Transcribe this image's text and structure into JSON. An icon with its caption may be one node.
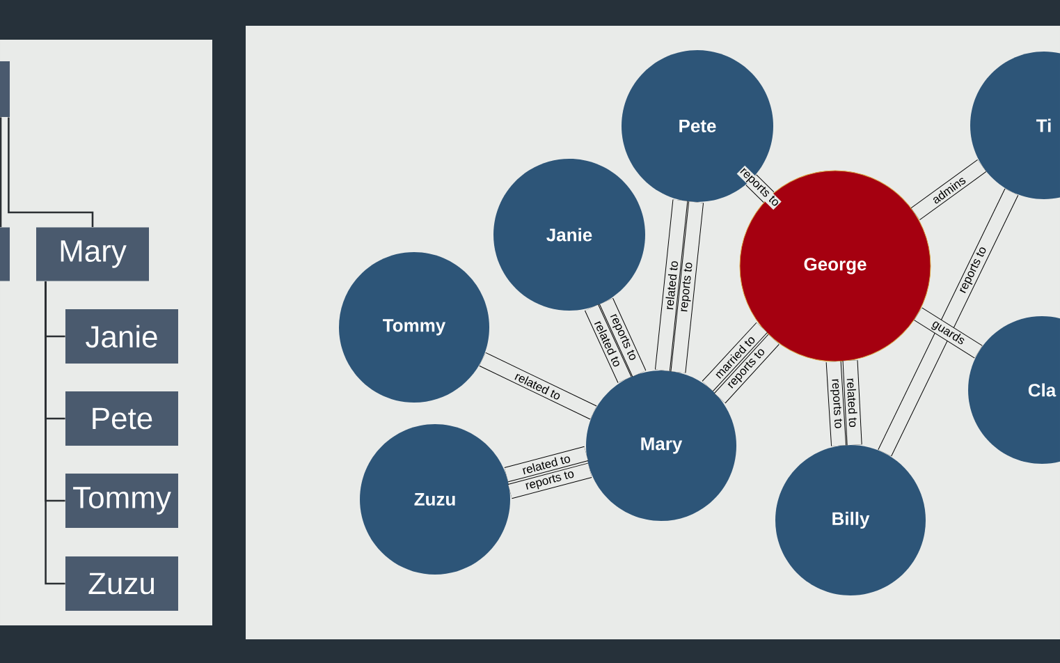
{
  "diagram": {
    "nodes": [
      {
        "text": [],
        "shape": "box"
      },
      {
        "text": [],
        "shape": "box"
      },
      {
        "text": [
          "Mary"
        ]
      },
      {
        "text": [
          "Janie"
        ]
      },
      {
        "text": [
          "Pete"
        ]
      },
      {
        "text": [
          "Tommy"
        ]
      },
      {
        "text": [
          "Zuzu"
        ]
      },
      {
        "text": [
          "Pete"
        ]
      },
      {
        "text": [
          "Ti"
        ]
      },
      {
        "text": [
          "Janie"
        ]
      },
      {
        "text": [
          "George"
        ]
      },
      {
        "text": [
          "Tommy"
        ]
      },
      {
        "text": [
          "Cla"
        ]
      },
      {
        "text": [
          "Mary"
        ]
      },
      {
        "text": [
          "Zuzu"
        ]
      },
      {
        "text": [
          "Billy"
        ]
      }
    ],
    "edges": [
      {
        "from": 0,
        "to": 1,
        "arrow": "none"
      },
      {
        "from": 0,
        "to": 2,
        "arrow": "none"
      },
      {
        "from": 2,
        "to": 3,
        "arrow": "none"
      },
      {
        "from": 2,
        "to": 4,
        "arrow": "none"
      },
      {
        "from": 2,
        "to": 5,
        "arrow": "none"
      },
      {
        "from": 2,
        "to": 6,
        "arrow": "none"
      },
      {
        "from": 7,
        "to": 10,
        "label": "reports to",
        "arrow": "none"
      },
      {
        "from": 13,
        "to": 7,
        "label": "related to",
        "arrow": "none"
      },
      {
        "from": 13,
        "to": 7,
        "label": "reports to",
        "arrow": "none"
      },
      {
        "from": 13,
        "to": 9,
        "label": "related to",
        "arrow": "none"
      },
      {
        "from": 13,
        "to": 9,
        "label": "reports to",
        "arrow": "none"
      },
      {
        "from": 11,
        "to": 13,
        "label": "related to",
        "arrow": "none"
      },
      {
        "from": 14,
        "to": 13,
        "label": "related to",
        "arrow": "none"
      },
      {
        "from": 14,
        "to": 13,
        "label": "reports to",
        "arrow": "none"
      },
      {
        "from": 13,
        "to": 10,
        "label": "married to",
        "arrow": "none"
      },
      {
        "from": 13,
        "to": 10,
        "label": "reports to",
        "arrow": "none"
      },
      {
        "from": 10,
        "to": 8,
        "label": "admins",
        "arrow": "none"
      },
      {
        "from": 8,
        "to": 15,
        "label": "reports to",
        "arrow": "none"
      },
      {
        "from": 10,
        "to": 12,
        "label": "guards",
        "arrow": "none"
      },
      {
        "from": 10,
        "to": 15,
        "label": "reports to",
        "arrow": "none"
      },
      {
        "from": 10,
        "to": 15,
        "label": "related to",
        "arrow": "none"
      }
    ]
  }
}
